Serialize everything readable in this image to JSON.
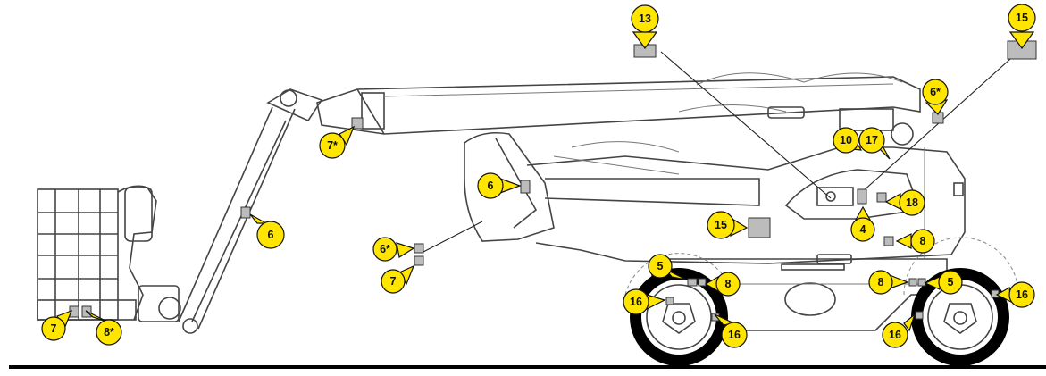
{
  "diagram": {
    "callouts": [
      {
        "text": "13"
      },
      {
        "text": "15"
      },
      {
        "text": "6*"
      },
      {
        "text": "7*"
      },
      {
        "text": "10"
      },
      {
        "text": "17"
      },
      {
        "text": "6"
      },
      {
        "text": "18"
      },
      {
        "text": "6"
      },
      {
        "text": "15"
      },
      {
        "text": "4"
      },
      {
        "text": "6*"
      },
      {
        "text": "8"
      },
      {
        "text": "7"
      },
      {
        "text": "5"
      },
      {
        "text": "8"
      },
      {
        "text": "8"
      },
      {
        "text": "5"
      },
      {
        "text": "16"
      },
      {
        "text": "16"
      },
      {
        "text": "7"
      },
      {
        "text": "8*"
      },
      {
        "text": "16"
      },
      {
        "text": "16"
      }
    ],
    "colors": {
      "callout_fill": "#ffe500",
      "outline": "#444444",
      "decal": "#bcbcbc"
    }
  }
}
